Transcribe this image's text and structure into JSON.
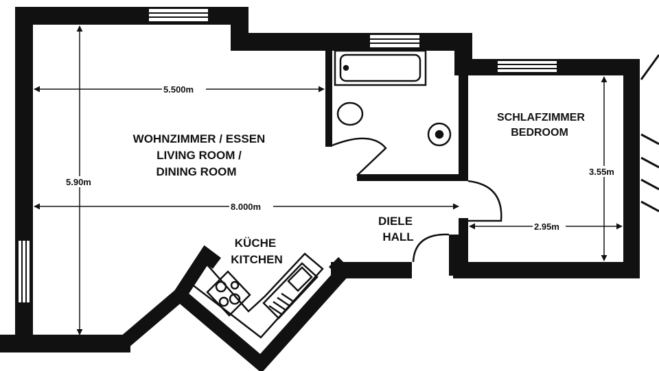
{
  "rooms": {
    "living_de": "WOHNZIMMER / ESSEN",
    "living_en1": "LIVING ROOM /",
    "living_en2": "DINING ROOM",
    "bedroom_de": "SCHLAFZIMMER",
    "bedroom_en": "BEDROOM",
    "hall_de": "DIELE",
    "hall_en": "HALL",
    "kitchen_de": "KÜCHE",
    "kitchen_en": "KITCHEN"
  },
  "dimensions": {
    "living_width": "5.500m",
    "living_height": "5.90m",
    "total_length": "8.000m",
    "bedroom_height": "3.55m",
    "bedroom_width": "2.95m"
  },
  "colors": {
    "wall": "#111111",
    "paper": "#ffffff"
  }
}
